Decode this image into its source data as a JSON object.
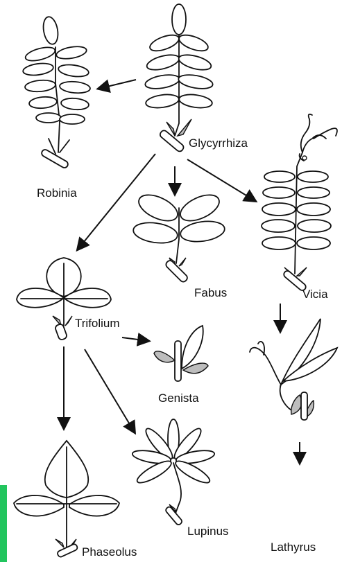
{
  "nodes": {
    "robinia": "Robinia",
    "glycyrrhiza": "Glycyrrhiza",
    "fabus": "Fabus",
    "vicia": "Vicia",
    "trifolium": "Trifolium",
    "genista": "Genista",
    "lathyrus": "Lathyrus",
    "lupinus": "Lupinus",
    "phaseolus": "Phaseolus"
  },
  "edges": [
    [
      "glycyrrhiza",
      "robinia"
    ],
    [
      "glycyrrhiza",
      "fabus"
    ],
    [
      "glycyrrhiza",
      "vicia"
    ],
    [
      "glycyrrhiza",
      "trifolium"
    ],
    [
      "trifolium",
      "genista"
    ],
    [
      "trifolium",
      "phaseolus"
    ],
    [
      "trifolium",
      "lupinus"
    ],
    [
      "vicia",
      "lathyrus"
    ]
  ],
  "colors": {
    "ink": "#111111",
    "stipule_fill": "#bdbdbd",
    "edge_bar": "#22c55e"
  }
}
